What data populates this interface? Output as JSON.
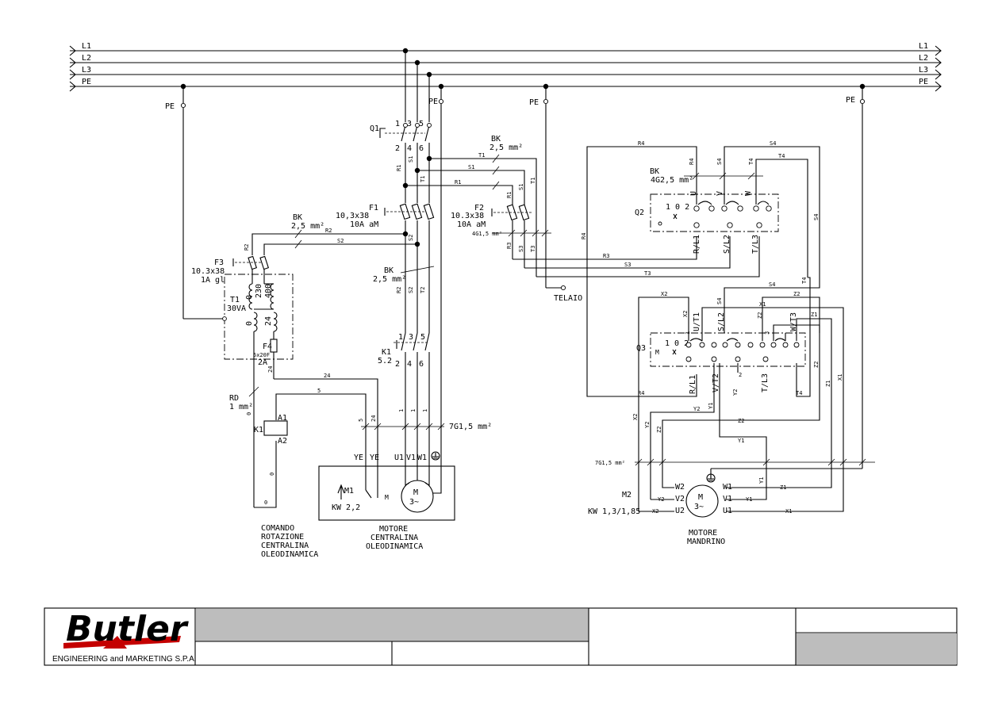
{
  "lines": {
    "left": [
      "L1",
      "L2",
      "L3",
      "PE"
    ],
    "right": [
      "L1",
      "L2",
      "L3",
      "PE"
    ]
  },
  "labels": {
    "pe": "PE",
    "q1": "Q1",
    "q1_terms": [
      "1",
      "3",
      "5",
      "2",
      "4",
      "6"
    ],
    "cable_bk_25_a": "BK",
    "cable_bk_25_a2": "2,5 mm²",
    "f1": "F1",
    "f1_size": "10,3x38",
    "f1_rating": "10A aM",
    "f2": "F2",
    "f2_size": "10.3x38",
    "f2_rating": "10A aM",
    "cable_4g15": "4G1,5 mm²",
    "telaio": "TELAIO",
    "f3": "F3",
    "f3_size": "10.3x38",
    "f3_rating": "1A gl",
    "cable_bk_25_b": "BK",
    "cable_bk_25_b2": "2,5 mm²",
    "cable_bk_25_c": "BK",
    "cable_bk_25_c2": "2,5 mm²",
    "t1": "T1",
    "t1_va": "30VA",
    "t1_230": "230",
    "t1_400": "400",
    "t1_0a": "0",
    "t1_0b": "0",
    "t1_24": "24",
    "f4": "F4",
    "f4_size": "5x20F",
    "f4_rating": "2A",
    "k1": "K1",
    "k1_ref": "5.2",
    "rd": "RD",
    "rd_size": "1 mm²",
    "k1_coil": "K1",
    "a1": "A1",
    "a2": "A2",
    "cable_7g15_a": "7G1,5 mm²",
    "ye1": "YE",
    "ye2": "YE",
    "u1": "U1",
    "v1": "V1",
    "w1": "W1",
    "m1": "M1",
    "m1_kw": "KW 2,2",
    "motor_m": "M",
    "motor_3": "3~",
    "caption_left": [
      "COMANDO",
      "ROTAZIONE",
      "CENTRALINA",
      "OLEODINAMICA"
    ],
    "caption_mid": [
      "MOTORE",
      "CENTRALINA",
      "OLEODINAMICA"
    ],
    "bk_4g25": "BK",
    "bk_4g25_b": "4G2,5 mm²",
    "q2": "Q2",
    "q2_pos": "1 0 2",
    "q2_u": "U",
    "q2_v": "V",
    "q2_w": "W",
    "q2_rl1": "R/L1",
    "q2_sl2": "S/L2",
    "q2_tl3": "T/L3",
    "q3": "Q3",
    "q3_pos": "1 0 2",
    "q3_ut1": "U/T1",
    "q3_sl2": "S/L2",
    "q3_wt3": "W/T3",
    "q3_rl1": "R/L1",
    "q3_vt2": "V/T2",
    "q3_tl3": "T/L3",
    "cable_7g15_b": "7G1,5 mm²",
    "m2": "M2",
    "m2_kw": "KW 1,3/1,85",
    "m2_w2": "W2",
    "m2_v2": "V2",
    "m2_u2": "U2",
    "m2_w1": "W1",
    "m2_v1": "V1",
    "m2_u1": "U1",
    "caption_right": [
      "MOTORE",
      "MANDRINO"
    ],
    "wire": {
      "r1": "R1",
      "s1": "S1",
      "t1": "T1",
      "r2": "R2",
      "s2": "S2",
      "t2": "T2",
      "r3": "R3",
      "s3": "S3",
      "t3": "T3",
      "r4": "R4",
      "s4": "S4",
      "t4": "T4",
      "x1": "X1",
      "x2": "X2",
      "y1": "Y1",
      "y2": "Y2",
      "z1": "Z1",
      "z2": "Z2",
      "n24": "24",
      "n5": "5",
      "n0": "0",
      "n1": "1",
      "n2": "2",
      "n3": "3",
      "n4": "4",
      "n6": "6"
    }
  },
  "title_block": {
    "company": "Butler",
    "company_sub": "ENGINEERING and MARKETING S.P.A."
  },
  "colors": {
    "line": "#000000",
    "title_block_fill": "#bdbdbd"
  }
}
